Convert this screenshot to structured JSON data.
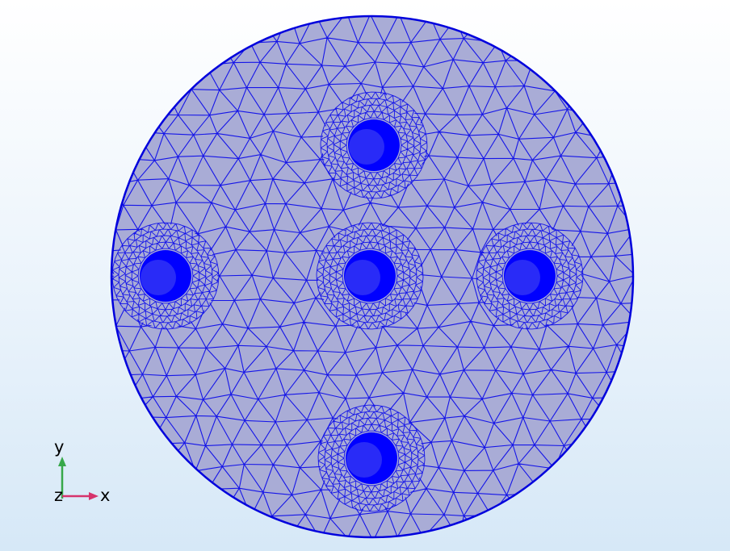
{
  "viewport": {
    "background_top": "#ffffff",
    "background_bottom": "#d6e8f7"
  },
  "mesh": {
    "fill_color": "#a9acd6",
    "edge_color": "#1515e8",
    "boundary_color": "#0000dd",
    "hole_color": "#0000ff",
    "hole_count": 5
  },
  "axes": {
    "x_label": "x",
    "y_label": "y",
    "z_label": "z",
    "x_color": "#d6336c",
    "y_color": "#37a84a"
  }
}
